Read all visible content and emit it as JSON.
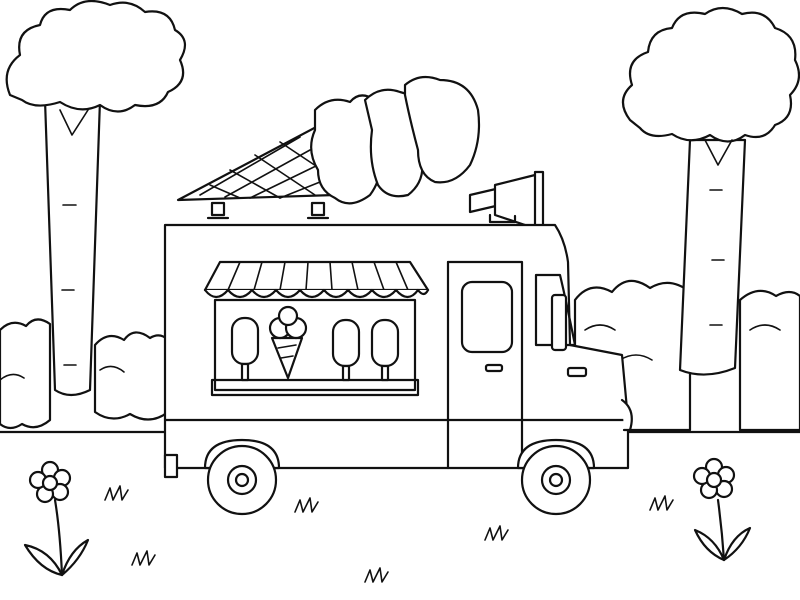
{
  "scene": {
    "subject": "ice-cream-truck",
    "style": "line-art coloring page",
    "colors": {
      "background": "#ffffff",
      "ink": "#111111"
    },
    "popsicles_in_window": 3,
    "cones_in_window": 1,
    "flowers": 2,
    "trees": 2
  }
}
